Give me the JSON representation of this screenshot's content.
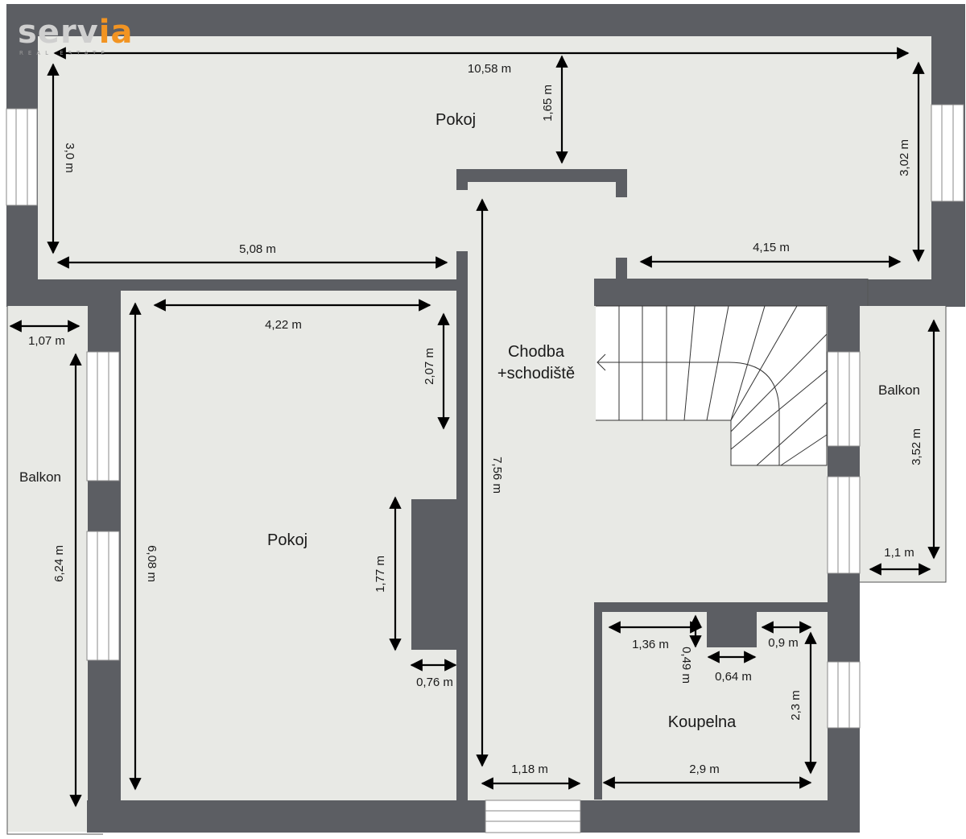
{
  "logo": {
    "text_main": "serv",
    "text_accent": "ia",
    "subtitle": "REAL ESTATE",
    "main_color": "#cfcfcf",
    "accent_color": "#f29422"
  },
  "colors": {
    "wall": "#5c5e63",
    "floor": "#e8e9e5",
    "window": "#ffffff",
    "line": "#000000"
  },
  "rooms": {
    "pokoj_top": "Pokoj",
    "pokoj_left": "Pokoj",
    "chodba_line1": "Chodba",
    "chodba_line2": "+schodiště",
    "balkon_left": "Balkon",
    "balkon_right": "Balkon",
    "koupelna": "Koupelna"
  },
  "dimensions": {
    "top_width": "10,58 m",
    "top_height_left": "3,0 m",
    "top_height_right": "3,02 m",
    "top_gap": "1,65 m",
    "top_bottom_left": "5,08 m",
    "top_bottom_right": "4,15 m",
    "left_room_width": "4,22 m",
    "left_room_height": "6,08 m",
    "left_niche": "2,07 m",
    "chimney_height": "1,77 m",
    "chimney_width": "0,76 m",
    "balkon_left_width": "1,07 m",
    "balkon_left_height": "6,24 m",
    "chodba_length": "7,56 m",
    "chodba_width": "1,18 m",
    "balkon_right_height": "3,52 m",
    "balkon_right_width": "1,1 m",
    "bath_left": "1,36 m",
    "bath_depth": "0,49 m",
    "bath_mid": "0,64 m",
    "bath_right": "0,9 m",
    "bath_height": "2,3 m",
    "bath_width": "2,9 m"
  }
}
